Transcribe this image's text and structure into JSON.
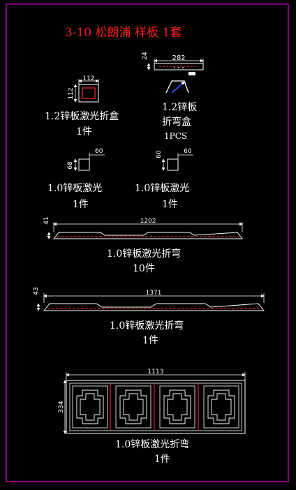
{
  "title": "3-10 松朗浦 样板 1套",
  "colors": {
    "background": "#000000",
    "frame": "#c000c0",
    "title": "#ff2020",
    "text": "#ffffff",
    "red_line": "#ff3030",
    "blue": "#3050ff"
  },
  "dims": {
    "d24": "24",
    "d282": "282",
    "d112w": "112",
    "d112h": "112",
    "d60a": "60",
    "d60b": "60",
    "d60c": "60",
    "d68": "68",
    "d41": "41",
    "d1202": "1202",
    "d43": "43",
    "d1371": "1371",
    "d1113": "1113",
    "d334": "334"
  },
  "labels": {
    "box112_title": "1.2锌板激光折盒",
    "box112_qty": "1件",
    "tray_title_l1": "1.2锌板",
    "tray_title_l2": "折弯盒",
    "tray_qty": "1PCS",
    "sq_left_title": "1.0锌板激光",
    "sq_left_qty": "1件",
    "sq_right_title": "1.0锌板激光",
    "sq_right_qty": "1件",
    "strip1202_title": "1.0锌板激光折弯",
    "strip1202_qty": "10件",
    "strip1371_title": "1.0锌板激光折弯",
    "strip1371_qty": "1件",
    "panel_title": "1.0锌板激光折弯",
    "panel_qty": "1件"
  }
}
